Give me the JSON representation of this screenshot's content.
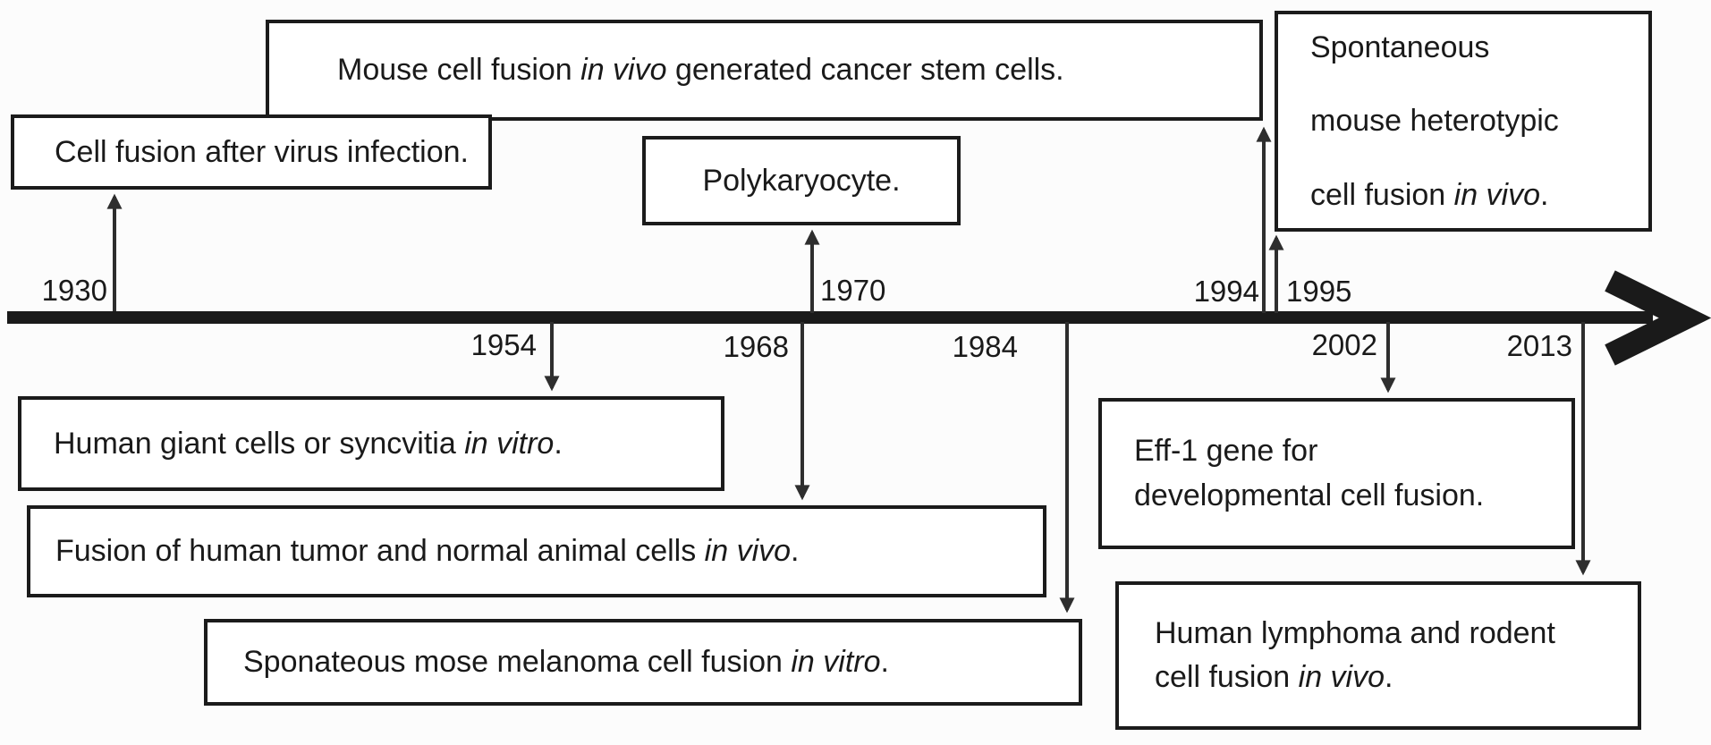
{
  "diagram": {
    "type": "timeline",
    "events": [
      {
        "year": "1930",
        "position": "above",
        "parts": [
          {
            "t": "Cell fusion after virus infection."
          }
        ]
      },
      {
        "year": "1954",
        "position": "below",
        "parts": [
          {
            "t": "Human giant cells or syncvitia "
          },
          {
            "t": "in vitro",
            "italic": true
          },
          {
            "t": "."
          }
        ]
      },
      {
        "year": "1968",
        "position": "below",
        "parts": [
          {
            "t": "Fusion of human tumor and normal animal cells "
          },
          {
            "t": "in vivo",
            "italic": true
          },
          {
            "t": "."
          }
        ]
      },
      {
        "year": "1970",
        "position": "above",
        "parts": [
          {
            "t": "Polykaryocyte."
          }
        ]
      },
      {
        "year": "1984",
        "position": "below",
        "parts": [
          {
            "t": "Sponateous mose melanoma cell fusion "
          },
          {
            "t": "in vitro",
            "italic": true
          },
          {
            "t": "."
          }
        ]
      },
      {
        "year": "1994",
        "position": "above",
        "parts": [
          {
            "t": "Mouse cell fusion "
          },
          {
            "t": "in vivo",
            "italic": true
          },
          {
            "t": " generated cancer stem cells."
          }
        ]
      },
      {
        "year": "1995",
        "position": "above",
        "parts": [
          {
            "t": "Spontaneous"
          },
          {
            "br": true
          },
          {
            "t": "mouse heterotypic"
          },
          {
            "br": true
          },
          {
            "t": "cell fusion "
          },
          {
            "t": "in vivo",
            "italic": true
          },
          {
            "t": "."
          }
        ]
      },
      {
        "year": "2002",
        "position": "below",
        "parts": [
          {
            "t": "Eff-1 gene for"
          },
          {
            "br": true
          },
          {
            "t": "developmental cell fusion."
          }
        ]
      },
      {
        "year": "2013",
        "position": "below",
        "parts": [
          {
            "t": "Human lymphoma and rodent"
          },
          {
            "br": true
          },
          {
            "t": "cell fusion "
          },
          {
            "t": "in vivo",
            "italic": true
          },
          {
            "t": "."
          }
        ]
      }
    ],
    "colors": {
      "background": "#fcfcfc",
      "box_border": "#1b1b1b",
      "axis": "#1a1a1a",
      "arrow": "#2e2e2e",
      "text": "#1a1a1a"
    }
  }
}
